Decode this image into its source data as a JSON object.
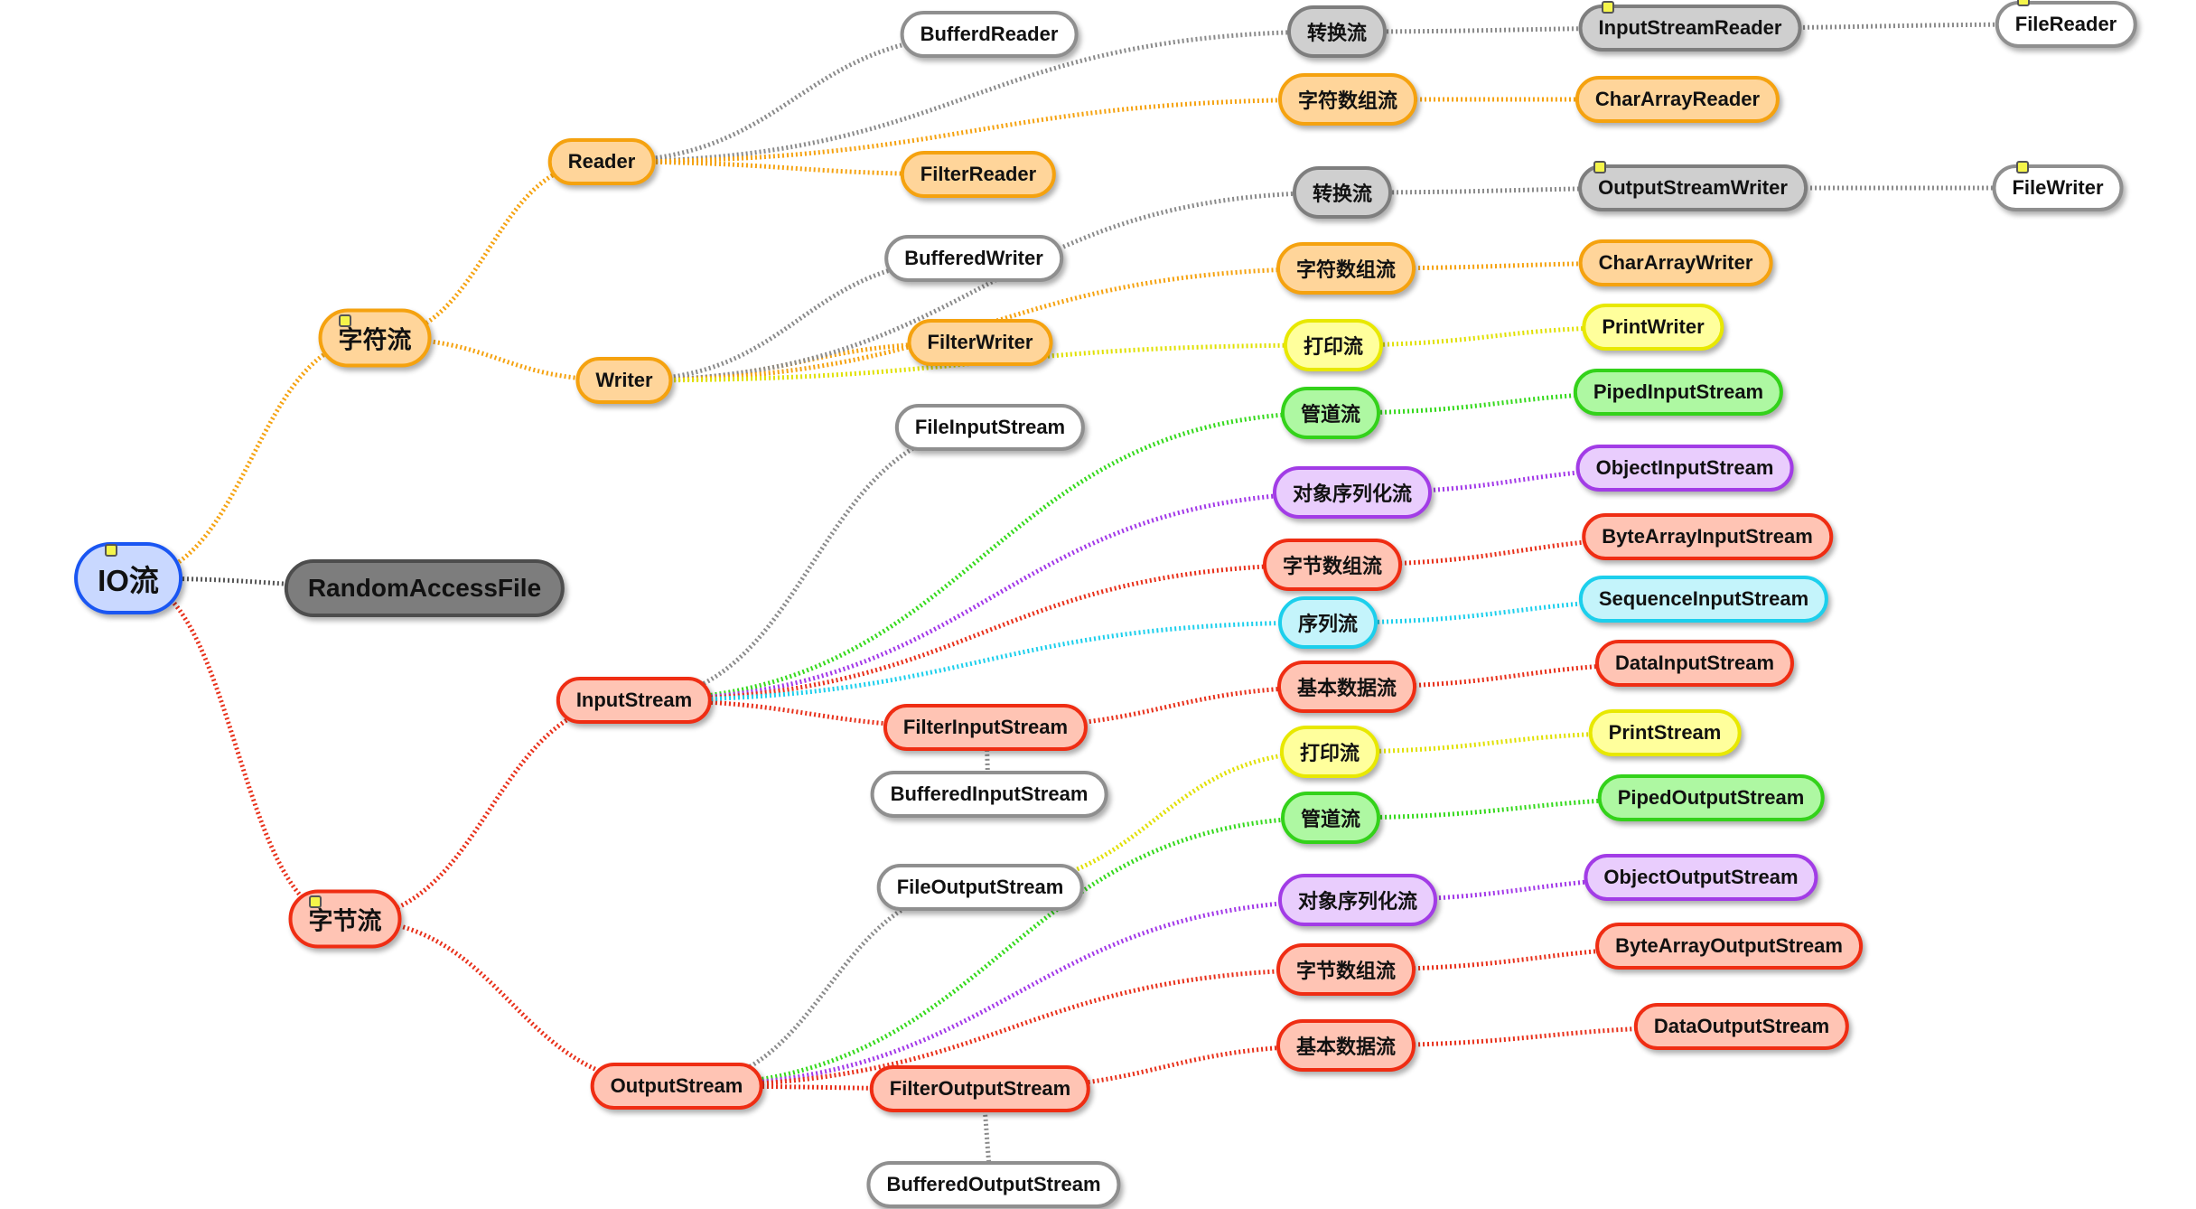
{
  "mindmap": {
    "root": "IO流",
    "nodes": [
      {
        "id": "io",
        "label": "IO流",
        "color": "blue",
        "style": "root",
        "marker": true
      },
      {
        "id": "char",
        "label": "字符流",
        "color": "orange",
        "style": "big",
        "marker": true
      },
      {
        "id": "raf",
        "label": "RandomAccessFile",
        "color": "dark",
        "style": "dark"
      },
      {
        "id": "byte",
        "label": "字节流",
        "color": "red",
        "style": "big",
        "marker": true
      },
      {
        "id": "reader",
        "label": "Reader",
        "color": "orange"
      },
      {
        "id": "writer",
        "label": "Writer",
        "color": "orange"
      },
      {
        "id": "bufferdreader",
        "label": "BufferdReader",
        "color": "white"
      },
      {
        "id": "filterreader",
        "label": "FilterReader",
        "color": "orange"
      },
      {
        "id": "zhr1",
        "label": "转换流",
        "color": "gray"
      },
      {
        "id": "zfr",
        "label": "字符数组流",
        "color": "orange"
      },
      {
        "id": "isr",
        "label": "InputStreamReader",
        "color": "gray",
        "marker": true
      },
      {
        "id": "car",
        "label": "CharArrayReader",
        "color": "orange"
      },
      {
        "id": "filereader",
        "label": "FileReader",
        "color": "white",
        "marker": true
      },
      {
        "id": "bufferedwriter",
        "label": "BufferedWriter",
        "color": "white"
      },
      {
        "id": "filterwriter",
        "label": "FilterWriter",
        "color": "orange"
      },
      {
        "id": "zhw",
        "label": "转换流",
        "color": "gray"
      },
      {
        "id": "zfw",
        "label": "字符数组流",
        "color": "orange"
      },
      {
        "id": "dyw",
        "label": "打印流",
        "color": "yellow"
      },
      {
        "id": "osw",
        "label": "OutputStreamWriter",
        "color": "gray",
        "marker": true
      },
      {
        "id": "caw",
        "label": "CharArrayWriter",
        "color": "orange"
      },
      {
        "id": "printwriter",
        "label": "PrintWriter",
        "color": "yellow"
      },
      {
        "id": "filewriter",
        "label": "FileWriter",
        "color": "white",
        "marker": true
      },
      {
        "id": "inputstream",
        "label": "InputStream",
        "color": "red"
      },
      {
        "id": "fileinputstream",
        "label": "FileInputStream",
        "color": "white"
      },
      {
        "id": "filterinputstream",
        "label": "FilterInputStream",
        "color": "red"
      },
      {
        "id": "bufferedinputstream",
        "label": "BufferedInputStream",
        "color": "white"
      },
      {
        "id": "gdi",
        "label": "管道流",
        "color": "green"
      },
      {
        "id": "dxi",
        "label": "对象序列化流",
        "color": "purple"
      },
      {
        "id": "zji",
        "label": "字节数组流",
        "color": "red"
      },
      {
        "id": "xll",
        "label": "序列流",
        "color": "cyan"
      },
      {
        "id": "jbi",
        "label": "基本数据流",
        "color": "red"
      },
      {
        "id": "pis",
        "label": "PipedInputStream",
        "color": "green"
      },
      {
        "id": "ois",
        "label": "ObjectInputStream",
        "color": "purple"
      },
      {
        "id": "bais",
        "label": "ByteArrayInputStream",
        "color": "red"
      },
      {
        "id": "sis",
        "label": "SequenceInputStream",
        "color": "cyan"
      },
      {
        "id": "dis",
        "label": "DataInputStream",
        "color": "red"
      },
      {
        "id": "outputstream",
        "label": "OutputStream",
        "color": "red"
      },
      {
        "id": "fileoutputstream",
        "label": "FileOutputStream",
        "color": "white"
      },
      {
        "id": "filteroutputstream",
        "label": "FilterOutputStream",
        "color": "red"
      },
      {
        "id": "bufferedoutputstream",
        "label": "BufferedOutputStream",
        "color": "white"
      },
      {
        "id": "dyo",
        "label": "打印流",
        "color": "yellow"
      },
      {
        "id": "gdo",
        "label": "管道流",
        "color": "green"
      },
      {
        "id": "dxo",
        "label": "对象序列化流",
        "color": "purple"
      },
      {
        "id": "zjo",
        "label": "字节数组流",
        "color": "red"
      },
      {
        "id": "jbo",
        "label": "基本数据流",
        "color": "red"
      },
      {
        "id": "printstream",
        "label": "PrintStream",
        "color": "yellow"
      },
      {
        "id": "pos",
        "label": "PipedOutputStream",
        "color": "green"
      },
      {
        "id": "oos",
        "label": "ObjectOutputStream",
        "color": "purple"
      },
      {
        "id": "baos",
        "label": "ByteArrayOutputStream",
        "color": "red"
      },
      {
        "id": "dos",
        "label": "DataOutputStream",
        "color": "red"
      }
    ],
    "links": [
      {
        "from": "io",
        "to": "char",
        "color": "orange"
      },
      {
        "from": "io",
        "to": "raf",
        "color": "dark"
      },
      {
        "from": "io",
        "to": "byte",
        "color": "red"
      },
      {
        "from": "char",
        "to": "reader",
        "color": "orange"
      },
      {
        "from": "char",
        "to": "writer",
        "color": "orange"
      },
      {
        "from": "reader",
        "to": "bufferdreader",
        "color": "gray"
      },
      {
        "from": "reader",
        "to": "filterreader",
        "color": "orange"
      },
      {
        "from": "reader",
        "to": "zhr1",
        "color": "gray"
      },
      {
        "from": "reader",
        "to": "zfr",
        "color": "orange"
      },
      {
        "from": "zhr1",
        "to": "isr",
        "color": "gray"
      },
      {
        "from": "zfr",
        "to": "car",
        "color": "orange"
      },
      {
        "from": "isr",
        "to": "filereader",
        "color": "gray"
      },
      {
        "from": "writer",
        "to": "bufferedwriter",
        "color": "gray"
      },
      {
        "from": "writer",
        "to": "filterwriter",
        "color": "orange"
      },
      {
        "from": "writer",
        "to": "zhw",
        "color": "gray"
      },
      {
        "from": "writer",
        "to": "zfw",
        "color": "orange"
      },
      {
        "from": "writer",
        "to": "dyw",
        "color": "yellow"
      },
      {
        "from": "zhw",
        "to": "osw",
        "color": "gray"
      },
      {
        "from": "zfw",
        "to": "caw",
        "color": "orange"
      },
      {
        "from": "dyw",
        "to": "printwriter",
        "color": "yellow"
      },
      {
        "from": "osw",
        "to": "filewriter",
        "color": "gray"
      },
      {
        "from": "byte",
        "to": "inputstream",
        "color": "red"
      },
      {
        "from": "byte",
        "to": "outputstream",
        "color": "red"
      },
      {
        "from": "inputstream",
        "to": "fileinputstream",
        "color": "gray"
      },
      {
        "from": "inputstream",
        "to": "filterinputstream",
        "color": "red"
      },
      {
        "from": "inputstream",
        "to": "gdi",
        "color": "green"
      },
      {
        "from": "inputstream",
        "to": "dxi",
        "color": "purple"
      },
      {
        "from": "inputstream",
        "to": "zji",
        "color": "red"
      },
      {
        "from": "inputstream",
        "to": "xll",
        "color": "cyan"
      },
      {
        "from": "filterinputstream",
        "to": "jbi",
        "color": "red"
      },
      {
        "from": "filterinputstream",
        "to": "bufferedinputstream",
        "color": "gray"
      },
      {
        "from": "gdi",
        "to": "pis",
        "color": "green"
      },
      {
        "from": "dxi",
        "to": "ois",
        "color": "purple"
      },
      {
        "from": "zji",
        "to": "bais",
        "color": "red"
      },
      {
        "from": "xll",
        "to": "sis",
        "color": "cyan"
      },
      {
        "from": "jbi",
        "to": "dis",
        "color": "red"
      },
      {
        "from": "outputstream",
        "to": "fileoutputstream",
        "color": "gray"
      },
      {
        "from": "outputstream",
        "to": "filteroutputstream",
        "color": "red"
      },
      {
        "from": "outputstream",
        "to": "gdo",
        "color": "green"
      },
      {
        "from": "outputstream",
        "to": "dxo",
        "color": "purple"
      },
      {
        "from": "outputstream",
        "to": "zjo",
        "color": "red"
      },
      {
        "from": "fileoutputstream",
        "to": "dyo",
        "color": "yellow"
      },
      {
        "from": "filteroutputstream",
        "to": "jbo",
        "color": "red"
      },
      {
        "from": "filteroutputstream",
        "to": "bufferedoutputstream",
        "color": "gray"
      },
      {
        "from": "dyo",
        "to": "printstream",
        "color": "yellow"
      },
      {
        "from": "gdo",
        "to": "pos",
        "color": "green"
      },
      {
        "from": "dxo",
        "to": "oos",
        "color": "purple"
      },
      {
        "from": "zjo",
        "to": "baos",
        "color": "red"
      },
      {
        "from": "jbo",
        "to": "dos",
        "color": "red"
      }
    ],
    "colors": {
      "white": {
        "fill": "#ffffff",
        "stroke": "#8f8f8f",
        "line": "#9a9a9a"
      },
      "orange": {
        "fill": "#ffd59a",
        "stroke": "#f5a20f",
        "line": "#f5a20f"
      },
      "gray": {
        "fill": "#cfcfcf",
        "stroke": "#7e7e7e",
        "line": "#8a8a8a"
      },
      "dark": {
        "fill": "#7d7d7d",
        "stroke": "#4d4d4d",
        "line": "#555555"
      },
      "red": {
        "fill": "#ffc4b4",
        "stroke": "#ef2d13",
        "line": "#e8301a"
      },
      "yellow": {
        "fill": "#ffff9c",
        "stroke": "#e8e800",
        "line": "#e0e000"
      },
      "green": {
        "fill": "#aef8a2",
        "stroke": "#33d21a",
        "line": "#35d91c"
      },
      "purple": {
        "fill": "#e9cdfd",
        "stroke": "#a23ce6",
        "line": "#a238e8"
      },
      "cyan": {
        "fill": "#c4f4fb",
        "stroke": "#1ccfec",
        "line": "#1ccfec"
      },
      "blue": {
        "fill": "#c9d8ff",
        "stroke": "#1a56f2",
        "line": "#1a56f2"
      }
    }
  }
}
